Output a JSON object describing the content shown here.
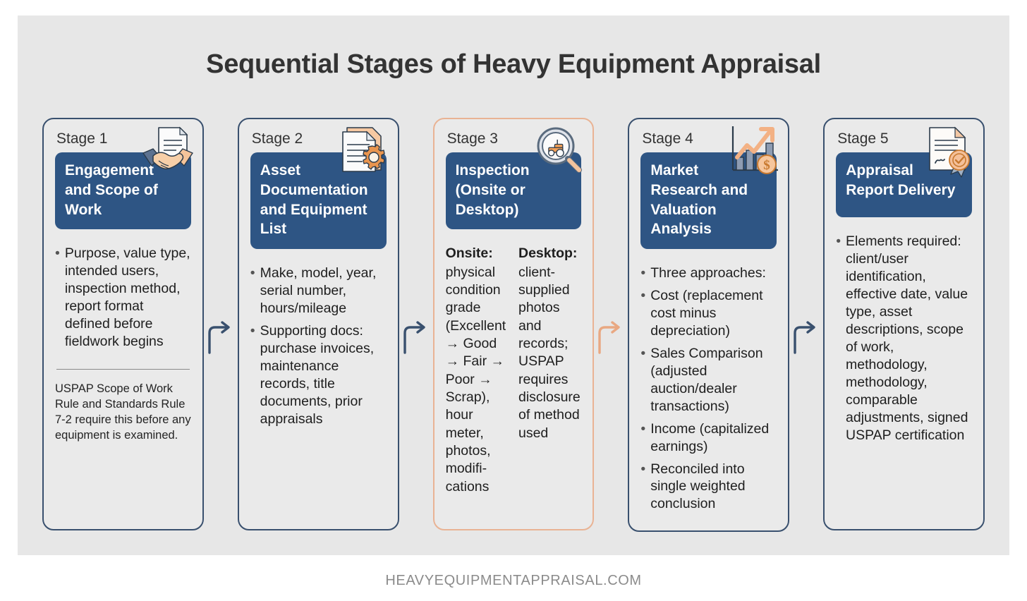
{
  "title": "Sequential Stages of Heavy Equipment Appraisal",
  "footer": "HEAVYEQUIPMENTAPPRAISAL.COM",
  "colors": {
    "panel_bg": "#e7e7e7",
    "card_bg": "#eaeaea",
    "card_border": "#39506e",
    "card_border_accent": "#e9b394",
    "band_bg": "#2e5584",
    "band_text": "#ffffff",
    "title_text": "#333333",
    "footer_text": "#8b8b8b",
    "arrow_default": "#39506e",
    "arrow_accent": "#e9a882"
  },
  "stages": [
    {
      "label": "Stage 1",
      "icon": "handshake-document-icon",
      "heading": "Engagement and Scope of Work",
      "bullets": [
        "Purpose, value type, intended users, inspection method, report format defined before fieldwork begins"
      ],
      "note": "USPAP Scope of Work Rule and Standards Rule 7-2 require this before any equipment is examined."
    },
    {
      "label": "Stage 2",
      "icon": "document-gear-icon",
      "heading": "Asset Documentation and Equipment List",
      "bullets": [
        "Make, model, year, serial number, hours/mileage",
        "Supporting docs: purchase invoices, maintenance records, title documents, prior appraisals"
      ]
    },
    {
      "label": "Stage 3",
      "icon": "magnifier-tractor-icon",
      "heading": "Inspection (Onsite or Desktop)",
      "highlight": true,
      "columns": [
        {
          "header": "Onsite:",
          "text": "physical condition grade (Excellent → Good → Fair → Poor → Scrap), hour meter, photos, modifi-cations"
        },
        {
          "header": "Desktop:",
          "text": "client-supplied photos and records; USPAP requires disclosure of method used"
        }
      ]
    },
    {
      "label": "Stage 4",
      "icon": "growth-chart-dollar-icon",
      "heading": "Market Research and Valuation Analysis",
      "bullets": [
        "Three approaches:",
        "Cost (replacement cost minus depreciation)",
        "Sales Comparison (adjusted auction/dealer transactions)",
        "Income (capitalized earnings)",
        "Reconciled into single weighted conclusion"
      ]
    },
    {
      "label": "Stage 5",
      "icon": "certified-report-icon",
      "heading": "Appraisal Report Delivery",
      "bullets": [
        "Elements required: client/user identification, effective date, value type, asset descriptions, scope of work, methodology, methodology, comparable adjustments, signed USPAP certification"
      ]
    }
  ],
  "arrows": [
    {
      "name": "arrow-stage1-to-stage2",
      "color": "#39506e"
    },
    {
      "name": "arrow-stage2-to-stage3",
      "color": "#39506e"
    },
    {
      "name": "arrow-stage3-to-stage4",
      "color": "#e9a882"
    },
    {
      "name": "arrow-stage4-to-stage5",
      "color": "#39506e"
    }
  ]
}
